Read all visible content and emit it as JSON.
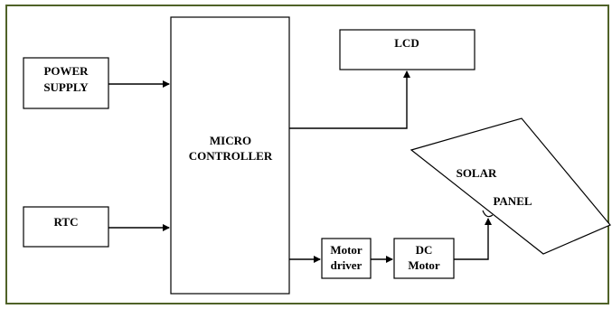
{
  "diagram": {
    "border_color": "#4f6228",
    "blocks": {
      "power_supply": {
        "line1": "POWER",
        "line2": "SUPPLY"
      },
      "rtc": {
        "label": "RTC"
      },
      "microcontroller": {
        "line1": "MICRO",
        "line2": "CONTROLLER"
      },
      "lcd": {
        "label": "LCD"
      },
      "motor_driver": {
        "line1": "Motor",
        "line2": "driver"
      },
      "dc_motor": {
        "line1": "DC",
        "line2": "Motor"
      },
      "solar_panel": {
        "line1": "SOLAR",
        "line2": "PANEL"
      }
    }
  }
}
